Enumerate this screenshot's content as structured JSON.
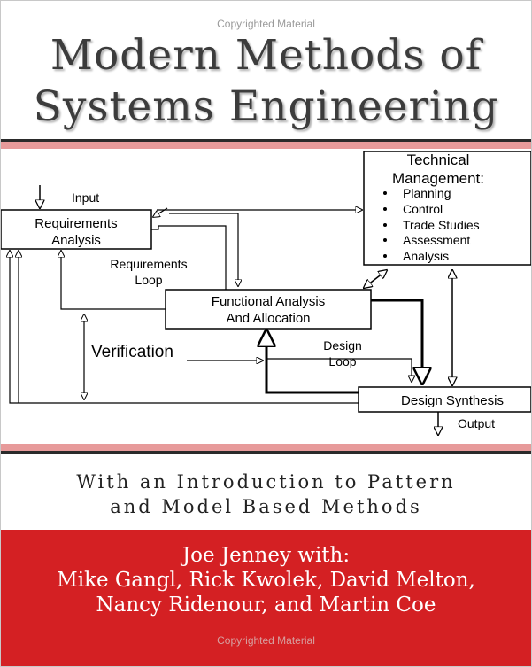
{
  "watermark": "Copyrighted Material",
  "title": {
    "line1": "Modern Methods of",
    "line2": "Systems Engineering"
  },
  "diagram": {
    "input": "Input",
    "requirements_analysis": [
      "Requirements",
      "Analysis"
    ],
    "requirements_loop": [
      "Requirements",
      "Loop"
    ],
    "functional_analysis": [
      "Functional Analysis",
      "And Allocation"
    ],
    "verification": "Verification",
    "design_loop": [
      "Design",
      "Loop"
    ],
    "design_synthesis": "Design Synthesis",
    "output": "Output",
    "technical_management": {
      "title": [
        "Technical",
        "Management:"
      ],
      "items": [
        "Planning",
        "Control",
        "Trade Studies",
        "Assessment",
        "Analysis"
      ]
    }
  },
  "subtitle": {
    "line1": "With an Introduction to Pattern",
    "line2": "and Model Based Methods"
  },
  "authors": {
    "line1": "Joe Jenney with:",
    "line2": "Mike Gangl, Rick Kwolek, David Melton,",
    "line3": "Nancy Ridenour, and Martin Coe"
  },
  "colors": {
    "band_red": "#d42023",
    "rule_pink": "#e79a9a",
    "title_gray": "#3c3c3c"
  }
}
